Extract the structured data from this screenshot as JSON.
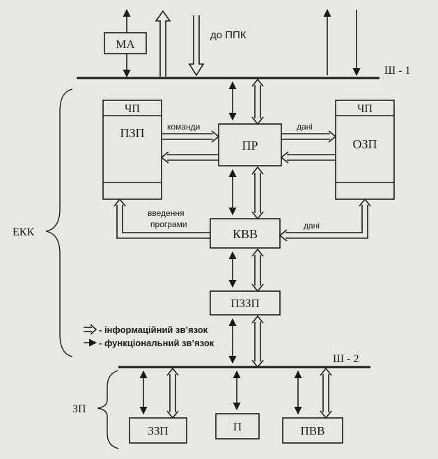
{
  "blocks": {
    "ma": "МА",
    "ppk": "до ППК",
    "bus1": "Ш - 1",
    "bus2": "Ш - 2",
    "chp_left": "ЧП",
    "pzp": "ПЗП",
    "chp_right": "ЧП",
    "ozp": "ОЗП",
    "pr": "ПР",
    "kvv": "КВВ",
    "pzzp": "ПЗЗП",
    "zzp": "ЗЗП",
    "p": "П",
    "pvv": "ПВВ",
    "ekk": "ЕКК",
    "zp": "ЗП"
  },
  "arrow_labels": {
    "commands": "команди",
    "data_top": "дані",
    "program_input_1": "введення",
    "program_input_2": "програми",
    "data_kvv": "дані"
  },
  "legend": {
    "info_symbol": "⇒",
    "info_text": "- інформаційний зв’язок",
    "func_symbol": "→",
    "func_text": "- функціональний зв’язок"
  },
  "colors": {
    "ink": "#1a1a1a",
    "paper": "#e9e7e2"
  }
}
